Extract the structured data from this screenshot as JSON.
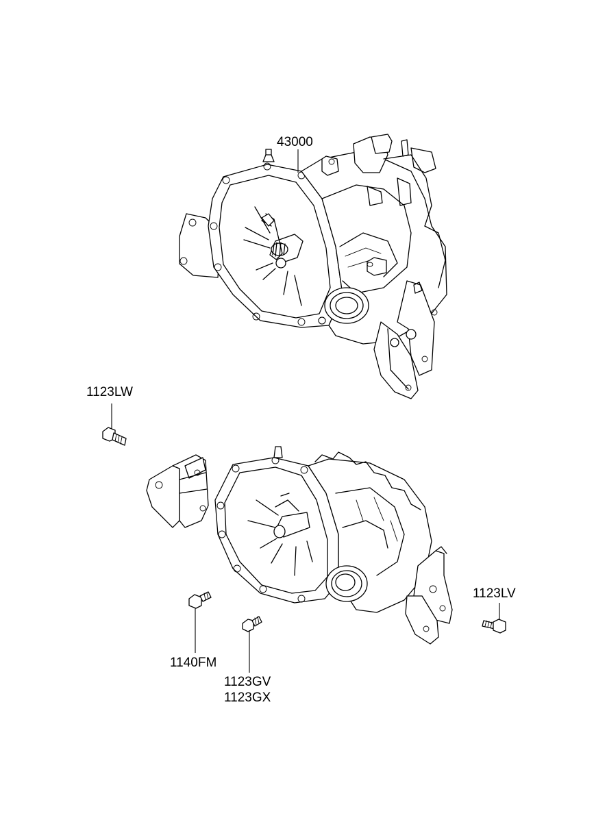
{
  "diagram": {
    "labels": {
      "transaxle_assembly": "43000",
      "bolt_upper_left": "1123LW",
      "bolt_right": "1123LV",
      "bolt_lower_left": "1140FM",
      "bolt_lower_center_a": "1123GV",
      "bolt_lower_center_b": "1123GX"
    }
  }
}
